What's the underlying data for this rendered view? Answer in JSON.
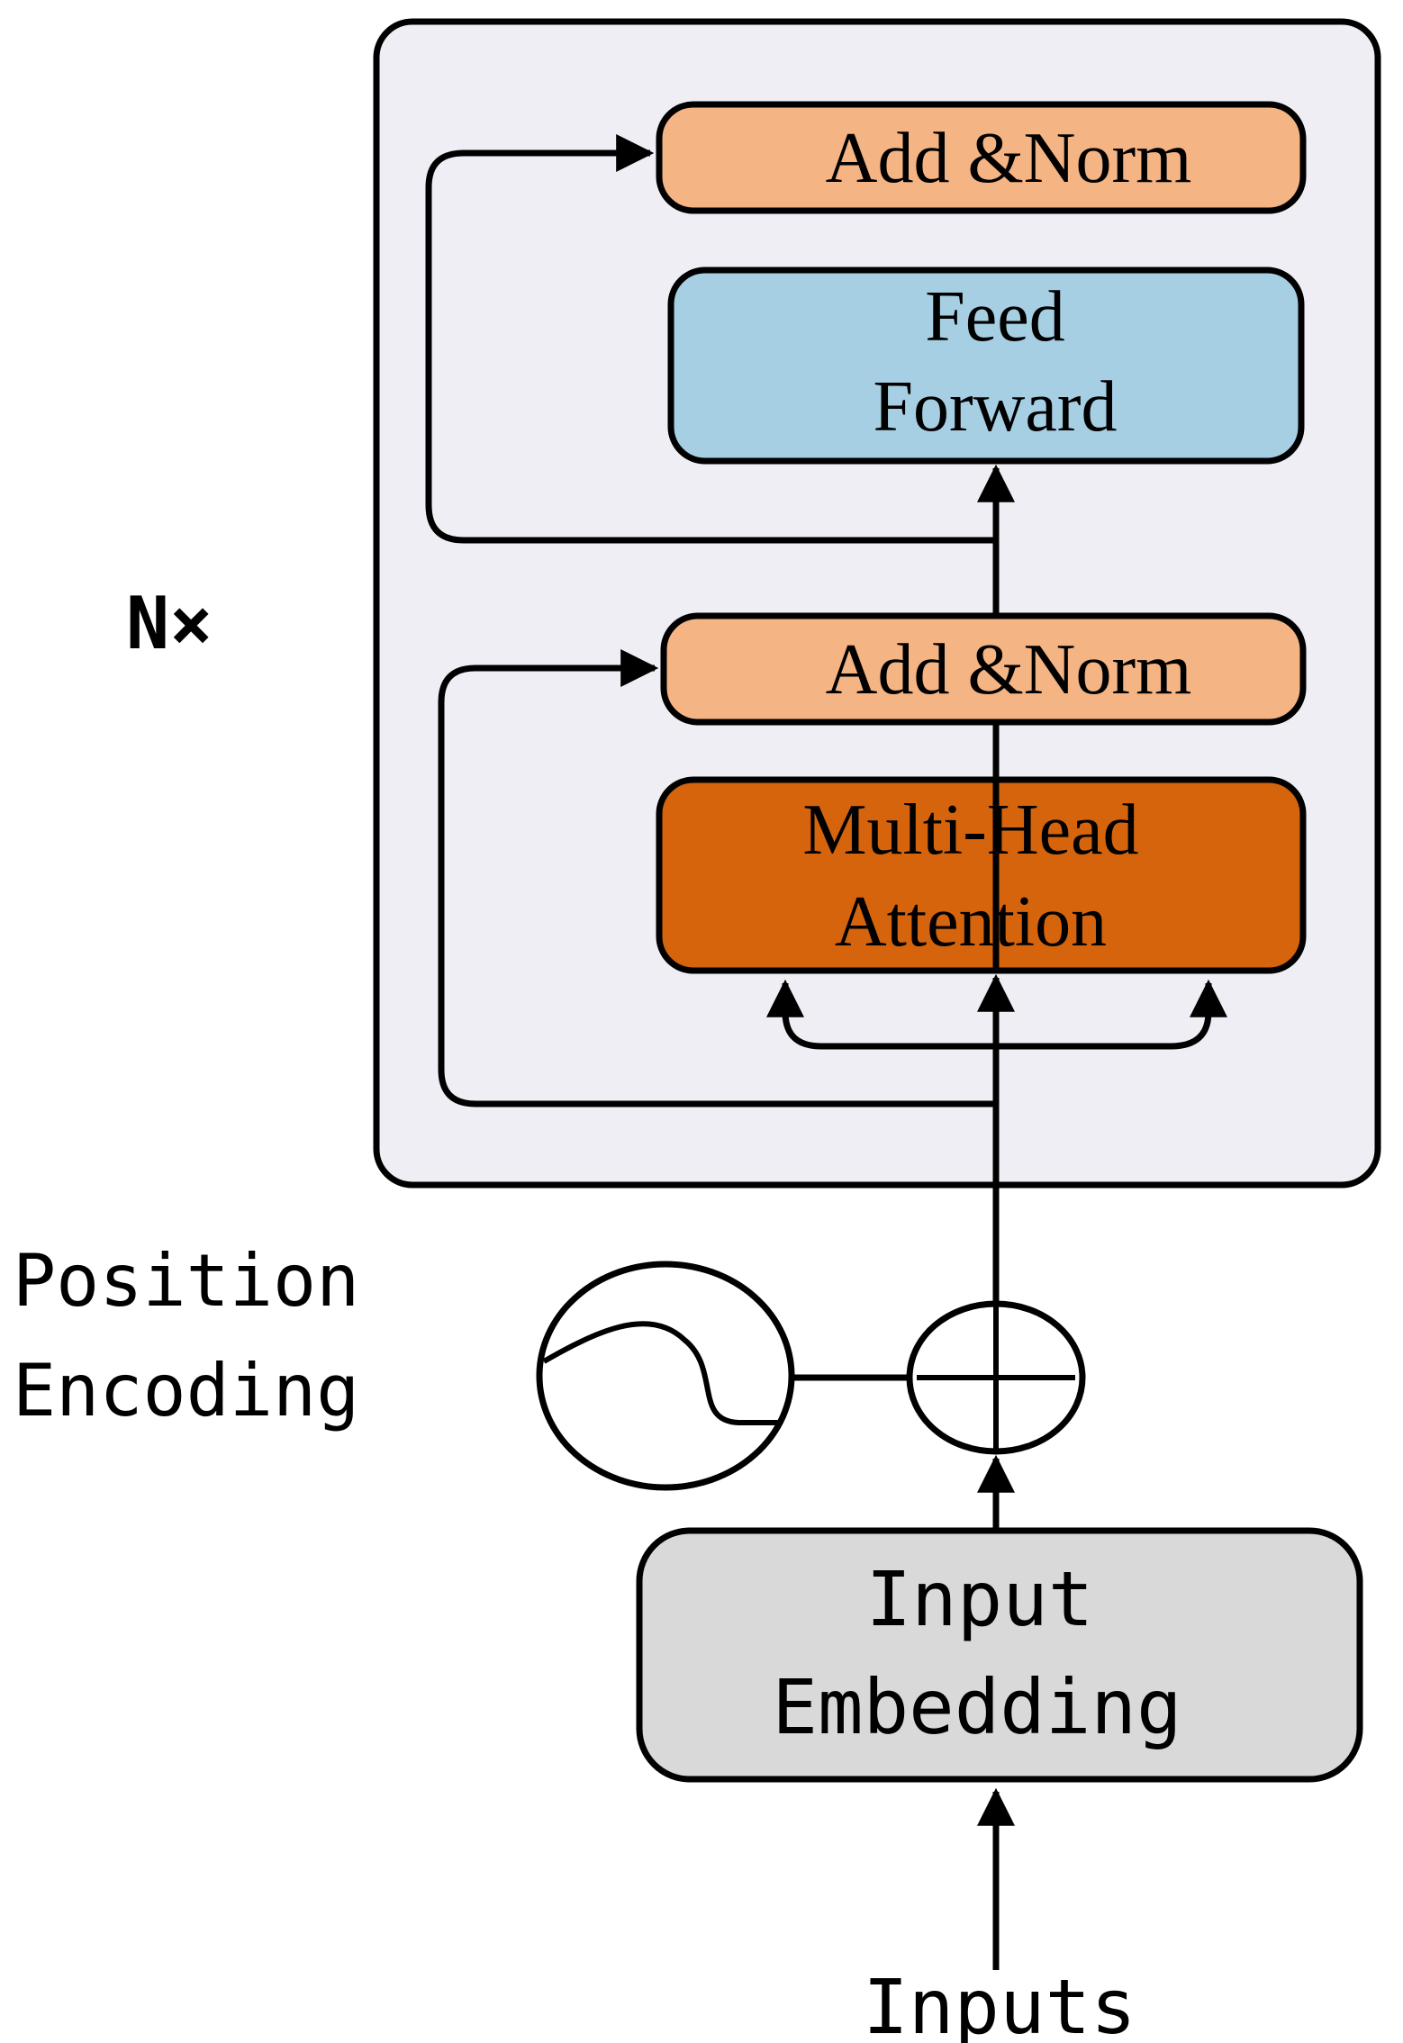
{
  "colors": {
    "background": "#ffffff",
    "encoder_block": "#efeef4",
    "add_norm": "#f5b484",
    "feed_forward": "#a6cfe4",
    "multi_head": "#d5640c",
    "input_embedding": "#d9d9d9",
    "stroke": "#000000"
  },
  "encoder": {
    "repeat_label": "N×",
    "add_norm_top": "Add &Norm",
    "feed_forward": {
      "line1": "Feed",
      "line2": "Forward"
    },
    "add_norm_bottom": "Add &Norm",
    "multi_head": {
      "line1": "Multi-Head",
      "line2": "Attention"
    }
  },
  "position_encoding": {
    "line1": "Position",
    "line2": "Encoding",
    "icon": "sine-wave-icon"
  },
  "adder": {
    "icon": "plus-circle-icon"
  },
  "input_embedding": {
    "line1": "Input",
    "line2": "Embedding"
  },
  "inputs_label": "Inputs"
}
